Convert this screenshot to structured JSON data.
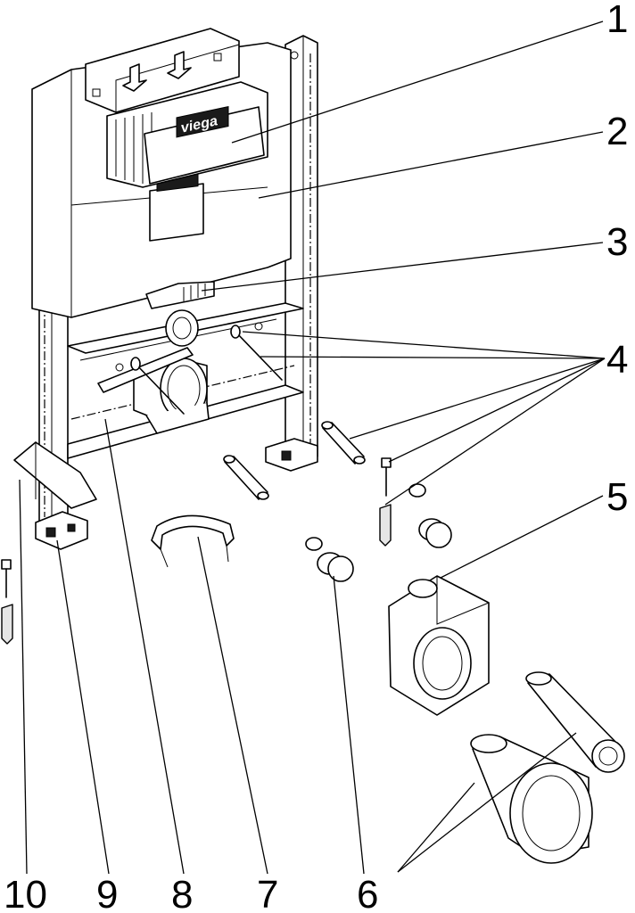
{
  "brand": {
    "logo_text": "viega"
  },
  "callouts": [
    {
      "id": "1",
      "label": "1"
    },
    {
      "id": "2",
      "label": "2"
    },
    {
      "id": "3",
      "label": "3"
    },
    {
      "id": "4",
      "label": "4"
    },
    {
      "id": "5",
      "label": "5"
    },
    {
      "id": "6a",
      "label": "6"
    },
    {
      "id": "10",
      "label": "10"
    },
    {
      "id": "9",
      "label": "9"
    },
    {
      "id": "8",
      "label": "8"
    },
    {
      "id": "7",
      "label": "7"
    },
    {
      "id": "6b",
      "label": "6"
    }
  ]
}
